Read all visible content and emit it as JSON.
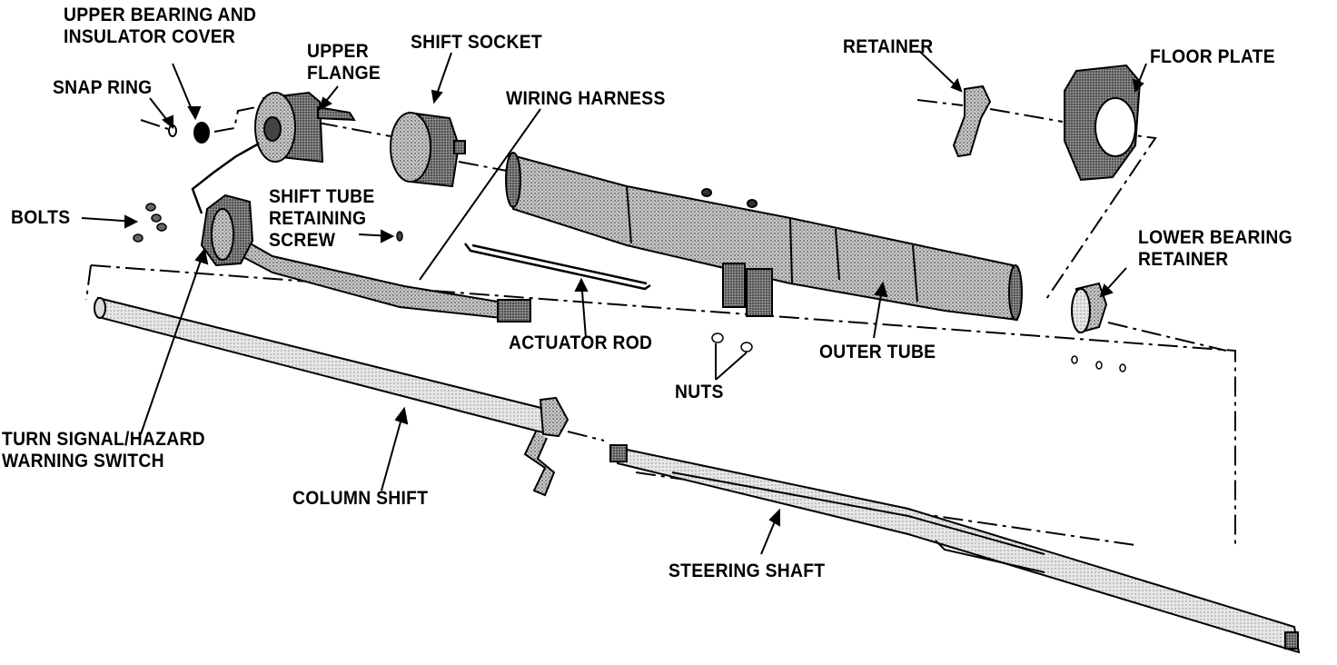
{
  "diagram": {
    "labels": {
      "upper_bearing_and_insulator_cover": [
        "UPPER BEARING AND",
        "INSULATOR COVER"
      ],
      "snap_ring": "SNAP RING",
      "upper_flange": [
        "UPPER",
        "FLANGE"
      ],
      "shift_socket": "SHIFT SOCKET",
      "wiring_harness": "WIRING HARNESS",
      "retainer": "RETAINER",
      "floor_plate": "FLOOR PLATE",
      "bolts": "BOLTS",
      "shift_tube_retaining_screw": [
        "SHIFT TUBE",
        "RETAINING",
        "SCREW"
      ],
      "lower_bearing_retainer": [
        "LOWER BEARING",
        "RETAINER"
      ],
      "actuator_rod": "ACTUATOR ROD",
      "outer_tube": "OUTER TUBE",
      "nuts": "NUTS",
      "turn_signal_hazard_warning_switch": [
        "TURN SIGNAL/HAZARD",
        "WARNING SWITCH"
      ],
      "column_shift": "COLUMN SHIFT",
      "steering_shaft": "STEERING SHAFT"
    }
  }
}
